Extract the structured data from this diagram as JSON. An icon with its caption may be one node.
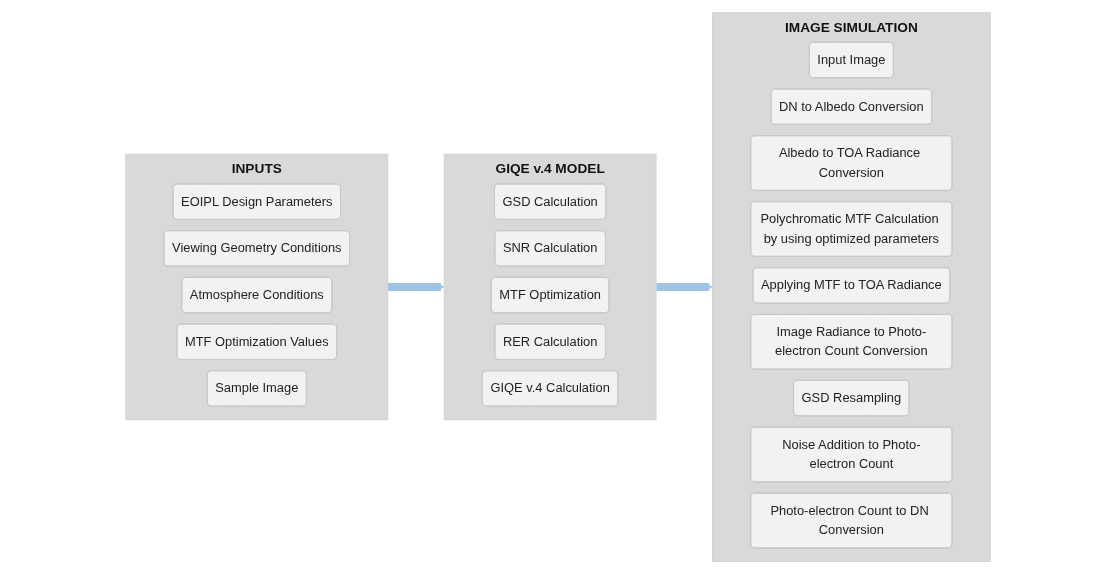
{
  "diagram": {
    "nodes": [
      {
        "text": [
          "INPUTS"
        ]
      },
      {
        "text": [
          "EOIPL Design Parameters"
        ],
        "in": 0
      },
      {
        "text": [
          "Viewing Geometry Conditions"
        ],
        "in": 0
      },
      {
        "text": [
          "Atmosphere Conditions"
        ],
        "in": 0
      },
      {
        "text": [
          "MTF Optimization Values"
        ],
        "in": 0
      },
      {
        "text": [
          "Sample Image"
        ],
        "in": 0
      },
      {
        "text": [
          "GIQE v.4 MODEL"
        ]
      },
      {
        "text": [
          "GSD Calculation"
        ],
        "in": 6
      },
      {
        "text": [
          "SNR Calculation"
        ],
        "in": 6
      },
      {
        "text": [
          "MTF Optimization"
        ],
        "in": 6
      },
      {
        "text": [
          "RER Calculation"
        ],
        "in": 6
      },
      {
        "text": [
          "GIQE v.4 Calculation"
        ],
        "in": 6
      },
      {
        "text": [
          "IMAGE SIMULATION"
        ]
      },
      {
        "text": [
          "Input Image"
        ],
        "in": 12
      },
      {
        "text": [
          "DN to Albedo Conversion"
        ],
        "in": 12
      },
      {
        "text": [
          "Albedo to TOA Radiance Conversion"
        ],
        "in": 12
      },
      {
        "text": [
          "Polychromatic MTF Calculation by using optimized parameters"
        ],
        "in": 12
      },
      {
        "text": [
          "Applying MTF to TOA Radiance"
        ],
        "in": 12
      },
      {
        "text": [
          "Image Radiance to Photo-electron Count Conversion"
        ],
        "in": 12
      },
      {
        "text": [
          "GSD Resampling"
        ],
        "in": 12
      },
      {
        "text": [
          "Noise Addition to Photo-electron Count"
        ],
        "in": 12
      },
      {
        "text": [
          "Photo-electron Count to DN Conversion"
        ],
        "in": 12
      }
    ],
    "edges": [
      {
        "from": 0,
        "to": 6,
        "arrow": "to"
      },
      {
        "from": 6,
        "to": 12,
        "arrow": "to"
      }
    ]
  }
}
